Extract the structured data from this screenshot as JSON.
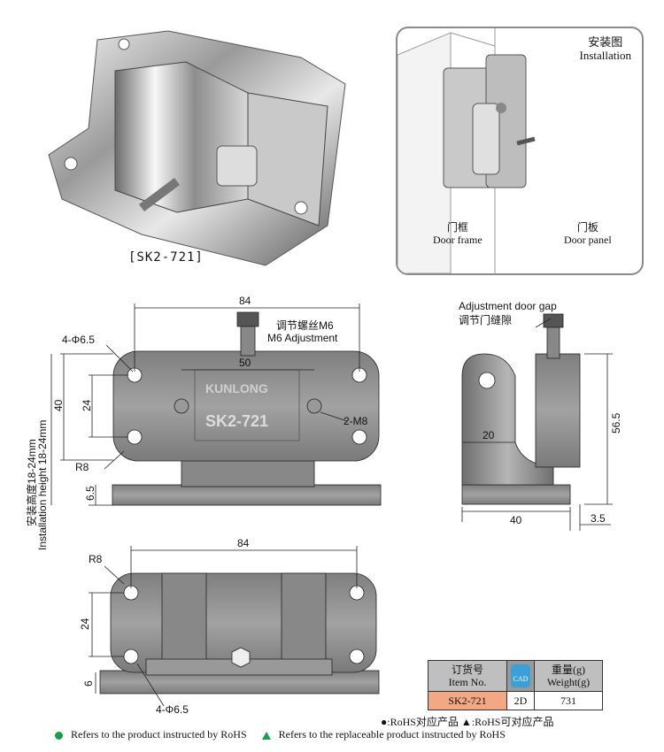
{
  "photo": {
    "caption": "[SK2-721]"
  },
  "installation": {
    "title_cn": "安装图",
    "title_en": "Installation",
    "door_frame_cn": "门框",
    "door_frame_en": "Door frame",
    "door_panel_cn": "门板",
    "door_panel_en": "Door panel"
  },
  "front_view": {
    "dim_width": "84",
    "hole_note": "4-Φ6.5",
    "screw_cn": "调节螺丝M6",
    "screw_en": "M6 Adjustment",
    "dim_inner": "50",
    "dim_height": "40",
    "dim_hole": "24",
    "thread": "2-M8",
    "radius": "R8",
    "dim_base": "6.5",
    "brand": "KUNLONG",
    "model": "SK2-721",
    "install_height_cn": "安装高度18-24mm",
    "install_height_en": "Installation height 18-24mm"
  },
  "side_view": {
    "gap_en": "Adjustment door gap",
    "gap_cn": "调节门缝隙",
    "dim_20": "20",
    "dim_height": "56.5",
    "dim_width": "40",
    "dim_offset": "3.5"
  },
  "bottom_view": {
    "dim_width": "84",
    "radius": "R8",
    "dim_hole": "24",
    "dim_base": "6",
    "hole_note": "4-Φ6.5"
  },
  "spec_table": {
    "col1_cn": "订货号",
    "col1_en": "Item No.",
    "cad_label": "CAD",
    "col3_cn": "重量(g)",
    "col3_en": "Weight(g)",
    "item_no": "SK2-721",
    "cad_value": "2D",
    "weight": "731"
  },
  "legend": {
    "cn_line": "●:RoHS对应产品  ▲:RoHS可对应产品",
    "rohs_text": "Refers to the product instructed by RoHS",
    "replaceable_text": "Refers to the replaceable product instructed by RoHS"
  },
  "colors": {
    "legend_green": "#15a04a",
    "item_cell": "#f2a882",
    "cad_blue": "#3aa0d8"
  }
}
